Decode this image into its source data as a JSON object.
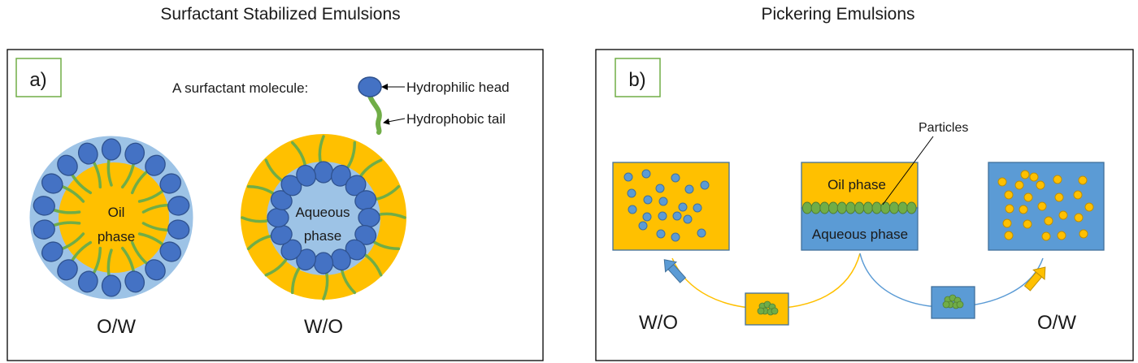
{
  "left": {
    "title": "Surfactant Stabilized Emulsions",
    "panel_label": "a)",
    "legend": {
      "intro": "A surfactant molecule:",
      "head": "Hydrophilic head",
      "tail": "Hydrophobic tail"
    },
    "ow_drop": {
      "inner_line1": "Oil",
      "inner_line2": "phase",
      "caption": "O/W"
    },
    "wo_drop": {
      "inner_line1": "Aqueous",
      "inner_line2": "phase",
      "caption": "W/O"
    }
  },
  "right": {
    "title": "Pickering Emulsions",
    "panel_label": "b)",
    "center": {
      "oil_label": "Oil phase",
      "aqueous_label": "Aqueous phase",
      "particles_label": "Particles"
    },
    "left_caption": "W/O",
    "right_caption": "O/W"
  },
  "colors": {
    "oil": "#ffc000",
    "aqueous": "#5b9bd5",
    "light_aqueous": "#9dc3e6",
    "head": "#4472c4",
    "head_stroke": "#2f528f",
    "tail": "#70ad47",
    "particle": "#70ad47",
    "frame": "#000000",
    "label_border": "#70ad47"
  }
}
